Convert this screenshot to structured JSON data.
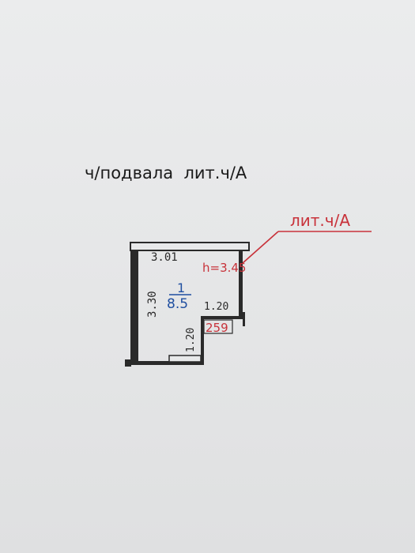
{
  "header": {
    "title": "ч/подвала  лит.ч/А"
  },
  "callout": {
    "label": "лит.ч/А"
  },
  "room": {
    "number": "1",
    "area": "8.5",
    "height": "h=3.45"
  },
  "dimensions": {
    "top_width": "3.01",
    "left_length": "3.30",
    "step_width": "1.20",
    "step_length": "1.20",
    "door_code": "259"
  },
  "colors": {
    "ink": "#2a2a2a",
    "red": "#c8323a",
    "blue": "#1f4fa0",
    "paper": "#e8e9ea"
  }
}
